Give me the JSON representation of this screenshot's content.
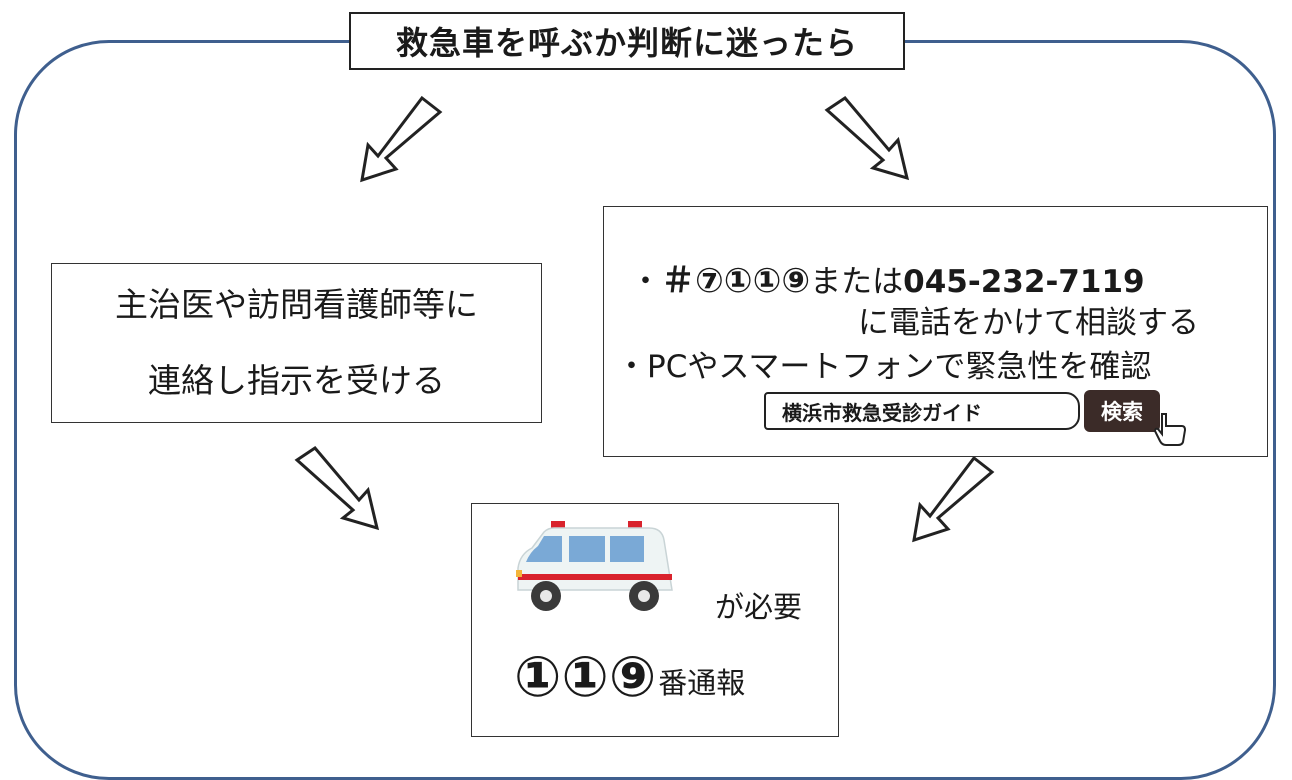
{
  "title": "救急車を呼ぶか判断に迷ったら",
  "left_option": {
    "line1": "主治医や訪問看護師等に",
    "line2": "連絡し指示を受ける"
  },
  "right_option": {
    "bullet1_prefix": "・",
    "hash_number": "＃⑦①①⑨",
    "or_text": "または",
    "phone": "045-232-7119",
    "bullet1_suffix": "に電話をかけて相談する",
    "bullet2": "・PCやスマートフォンで緊急性を確認",
    "search_text": "横浜市救急受診ガイド",
    "search_button": "検索"
  },
  "result": {
    "need_label": "が必要",
    "number": "①①⑨",
    "call_label": "番通報"
  },
  "colors": {
    "frame": "#3f5f8e",
    "search_button_bg": "#3b2b28",
    "ambulance_stripe": "#d9232d",
    "ambulance_window": "#7aa9d6"
  },
  "icons": [
    "ambulance-icon",
    "pointer-cursor-icon",
    "outline-arrow-icon"
  ]
}
